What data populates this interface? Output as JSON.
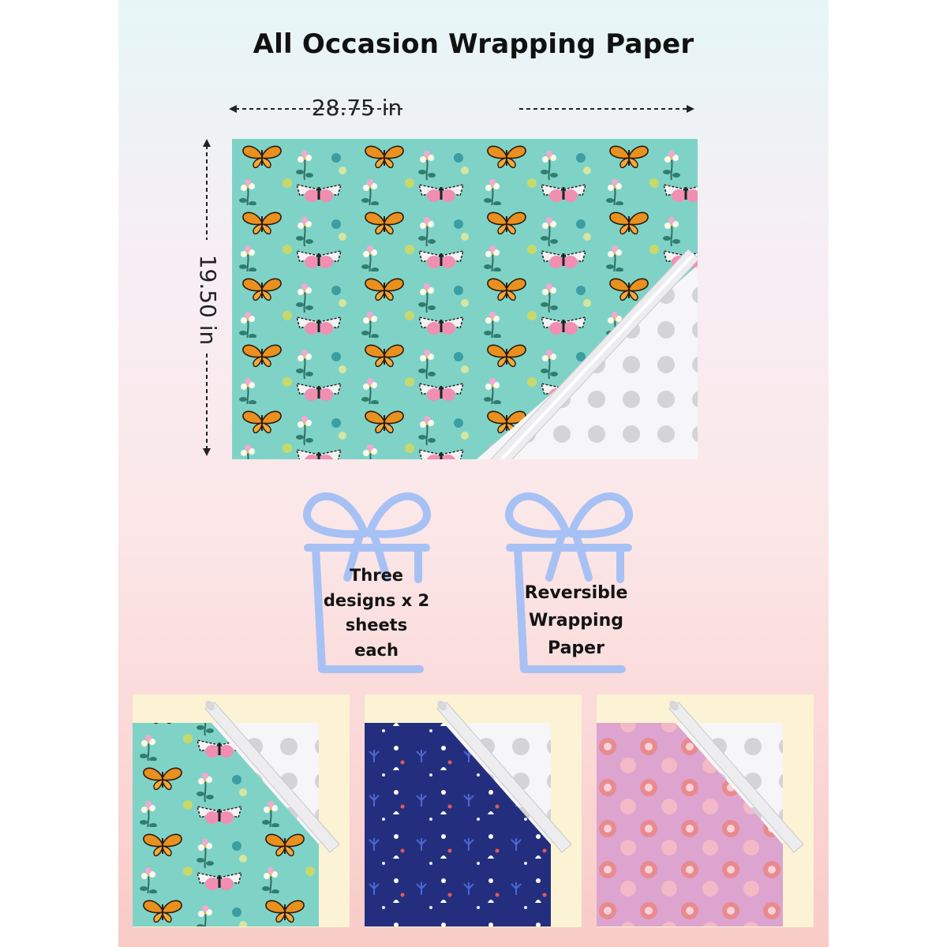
{
  "title": "All Occasion Wrapping Paper",
  "dimensions": {
    "width": "28.75 in",
    "height": "19.50 in"
  },
  "features": [
    {
      "text": "Three designs x 2 sheets each"
    },
    {
      "text": "Reversible Wrapping Paper"
    }
  ],
  "designs": [
    {
      "name": "butterfly-floral",
      "background": "#7fd3c6"
    },
    {
      "name": "navy-floral",
      "background": "#232f7e"
    },
    {
      "name": "pink-dots",
      "background": "#dca4cf"
    }
  ],
  "colors": {
    "ribbon": "#a7c1f4",
    "cream": "#fbf3d3",
    "reverse_side": "#f6f6f8",
    "reverse_dots": "#d3d3d8"
  }
}
